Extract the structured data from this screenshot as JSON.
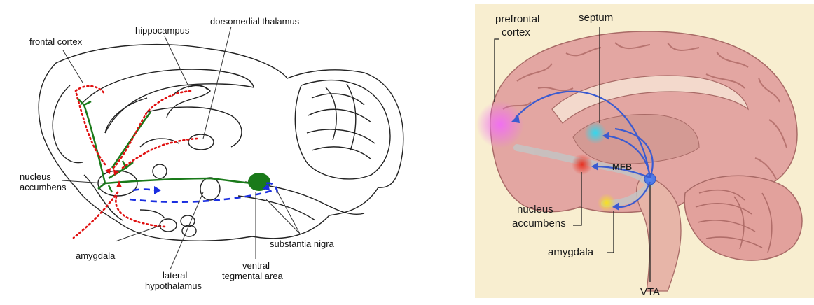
{
  "left_diagram": {
    "labels": {
      "frontal_cortex": "frontal cortex",
      "hippocampus": "hippocampus",
      "dorsomedial_thalamus": "dorsomedial thalamus",
      "nucleus": "nucleus",
      "accumbens": "accumbens",
      "amygdala": "amygdala",
      "lateral": "lateral",
      "hypothalamus": "hypothalamus",
      "ventral": "ventral",
      "tegmental_area": "tegmental area",
      "substantia_nigra": "substantia nigra"
    },
    "colors": {
      "outline": "#222222",
      "green_path": "#1a7a1a",
      "red_path": "#e01010",
      "blue_path": "#1a2ee0"
    }
  },
  "right_diagram": {
    "labels": {
      "prefrontal": "prefrontal",
      "cortex": "cortex",
      "septum": "septum",
      "mfb": "MFB",
      "nucleus": "nucleus",
      "accumbens": "accumbens",
      "amygdala": "amygdala",
      "vta": "VTA"
    },
    "colors": {
      "background": "#f8eed0",
      "brain": "#e6a9a5",
      "prefrontal_spot": "#e860e0",
      "septum_spot": "#40e0f0",
      "accumbens_spot": "#e83a2a",
      "amygdala_spot": "#f8e020",
      "vta_spot": "#3a6ee8",
      "arrow": "#3b5bd0"
    }
  }
}
